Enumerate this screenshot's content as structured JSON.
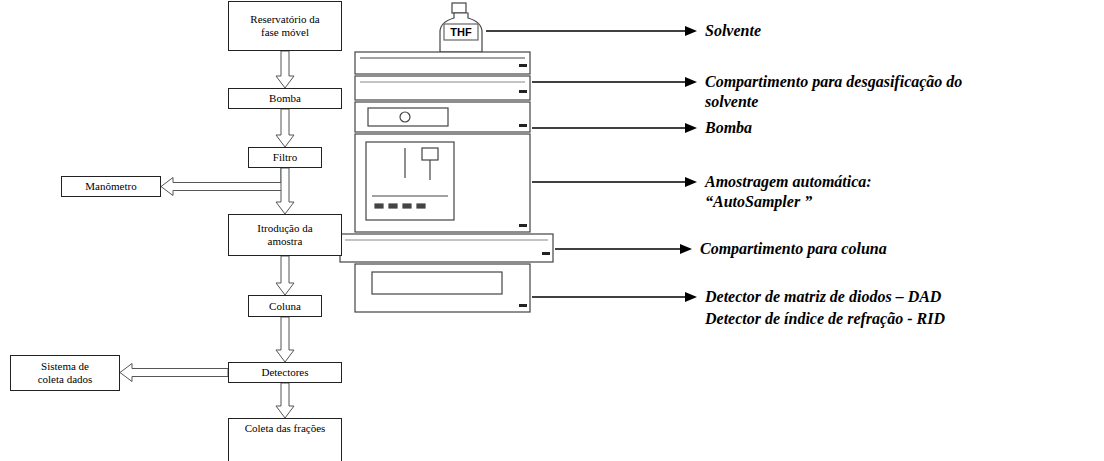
{
  "diagram": {
    "nodes": [
      {
        "text": [
          "Reservatório da fase móvel"
        ]
      },
      {
        "text": [
          "Bomba"
        ]
      },
      {
        "text": [
          "Filtro"
        ]
      },
      {
        "text": [
          "Manômetro"
        ]
      },
      {
        "text": [
          "Itrodução da amostra"
        ]
      },
      {
        "text": [
          "Coluna"
        ]
      },
      {
        "text": [
          "Sistema de coleta dados"
        ]
      },
      {
        "text": [
          "Detectores"
        ]
      },
      {
        "text": [
          "Coleta das frações"
        ]
      }
    ],
    "edges": [
      {
        "from": 0,
        "to": 1,
        "arrow": "to"
      },
      {
        "from": 1,
        "to": 2,
        "arrow": "to"
      },
      {
        "from": 2,
        "to": 3,
        "arrow": "to"
      },
      {
        "from": 2,
        "to": 4,
        "arrow": "to"
      },
      {
        "from": 4,
        "to": 5,
        "arrow": "to"
      },
      {
        "from": 5,
        "to": 7,
        "arrow": "to"
      },
      {
        "from": 7,
        "to": 6,
        "arrow": "to"
      },
      {
        "from": 7,
        "to": 8,
        "arrow": "to"
      }
    ],
    "labels": [
      "THF",
      "Solvente",
      "Compartimento para desgasificação do solvente",
      "Bomba",
      "Amostragem automática: “AutoSampler ”",
      "Compartimento para coluna",
      "Detector de matriz de diodos – DAD",
      "Detector de índice de refração - RID"
    ]
  }
}
